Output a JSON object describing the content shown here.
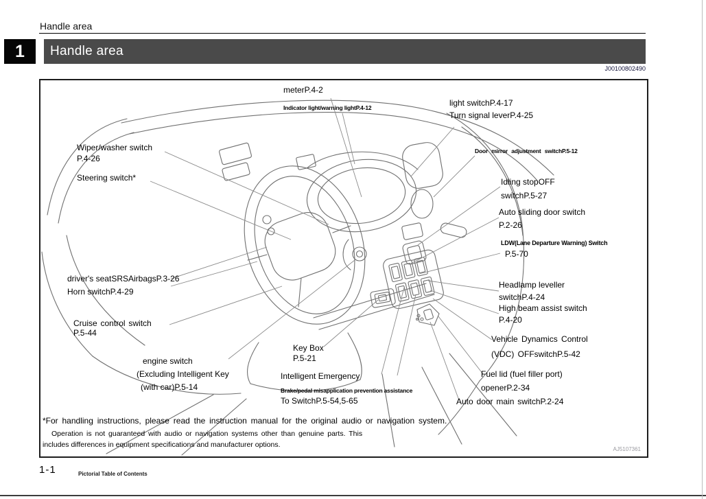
{
  "page": {
    "running_header": "Handle area",
    "chapter_number": "1",
    "banner_title": "Handle area",
    "doc_code": "J00100802490",
    "footer_page": "1-1",
    "footer_section": "Pictorial Table of Contents"
  },
  "diagram": {
    "figure_code": "AJ5107361",
    "labels": {
      "meter": {
        "l1": "meterP.4-2",
        "l2": "Indicator light/warning lightP.4-12"
      },
      "light_switch": {
        "l1": "light switchP.4-17",
        "l2": "Turn signal leverP.4-25"
      },
      "door_mirror": {
        "l1": "Door mirror adjustment switchP.5-12"
      },
      "wiper": {
        "l1": "Wiper/washer switch",
        "l2": " P.4-26"
      },
      "steering": {
        "l1": "Steering switch*"
      },
      "idling": {
        "l1": "Idling stopOFF",
        "l2": "switchP.5-27"
      },
      "auto_sliding": {
        "l1": "Auto sliding door switch",
        "l2": "P.2-26"
      },
      "ldw": {
        "l1": "LDW(Lane Departure Warning) Switch",
        "l2": "P.5-70"
      },
      "airbag": {
        "l1": "driver's seatSRSAirbagsP.3-26",
        "l2": "Horn switchP.4-29"
      },
      "cruise": {
        "l1": "Cruise control switch",
        "l2": "P.5-44"
      },
      "headlamp": {
        "l1": "Headlamp leveller",
        "l2": "switchP.4-24"
      },
      "high_beam": {
        "l1": "High beam assist switch",
        "l2": "P.4-20"
      },
      "vdc": {
        "l1": "Vehicle Dynamics Control",
        "l2": "(VDC) OFFswitchP.5-42"
      },
      "engine": {
        "l1": "engine switch",
        "l2": "(Excluding Intelligent Key",
        "l3": "(with car)P.5-14"
      },
      "key_box": {
        "l1": "Key Box",
        "l2": "P.5-21"
      },
      "intelligent": {
        "l1": "Intelligent Emergency",
        "l2": "Brake/pedal misapplication prevention assistance",
        "l3": "To SwitchP.5-54,5-65"
      },
      "fuel_lid": {
        "l1": "Fuel lid (fuel filler port)",
        "l2": "openerP.2-34"
      },
      "auto_door": {
        "l1": "Auto door main switchP.2-24"
      }
    },
    "footnote": {
      "l1": "*For handling instructions, please read the instruction manual for the original audio or navigation system.",
      "l2": "Operation is not guaranteed with audio or navigation systems other than genuine parts. This",
      "l3": "includes differences in equipment specifications and manufacturer options."
    }
  },
  "colors": {
    "banner_bg": "#4a4a4a",
    "tab_bg": "#050505",
    "line_art": "#6f6f6f",
    "leader_line": "#8a8a8a"
  }
}
